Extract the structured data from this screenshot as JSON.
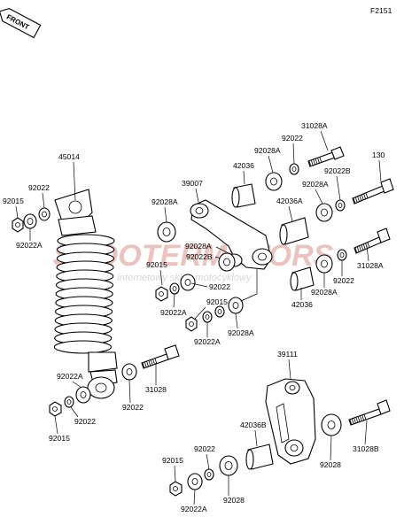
{
  "figure_code": "F2151",
  "front_arrow": "FRONT",
  "watermark": {
    "line1": "SCOOTERMOTORS",
    "line2": "internetowy sklep motocyklowy",
    "color": "#c0392b"
  },
  "labels": {
    "l45014": "45014",
    "l92022_a": "92022",
    "l92015_a": "92015",
    "l92022A_a": "92022A",
    "l39007": "39007",
    "l92028A_a": "92028A",
    "l42036_a": "42036",
    "l92028A_b": "92028A",
    "l92022_b": "92022",
    "l31028A_a": "31028A",
    "l130": "130",
    "l92022B_a": "92022B",
    "l42036A": "42036A",
    "l92028A_c": "92028A",
    "l92028A_d": "92028A",
    "l92022B_b": "92022B",
    "l92015_b": "92015",
    "l92022_c": "92022",
    "l92022A_b": "92022A",
    "l92015_c": "92015",
    "l92022A_c": "92022A",
    "l92028A_e": "92028A",
    "l92028A_f": "92028A",
    "l92022_d": "92022",
    "l42036_b": "42036",
    "l31028A_b": "31028A",
    "l31028": "31028",
    "l92022_e": "92022",
    "l92022A_d": "92022A",
    "l92022_f": "92022",
    "l92015_d": "92015",
    "l39111": "39111",
    "l42036B": "42036B",
    "l92028_a": "92028",
    "l31028B": "31028B",
    "l92022_g": "92022",
    "l92015_e": "92015",
    "l92028_b": "92028",
    "l92022A_e": "92022A"
  }
}
